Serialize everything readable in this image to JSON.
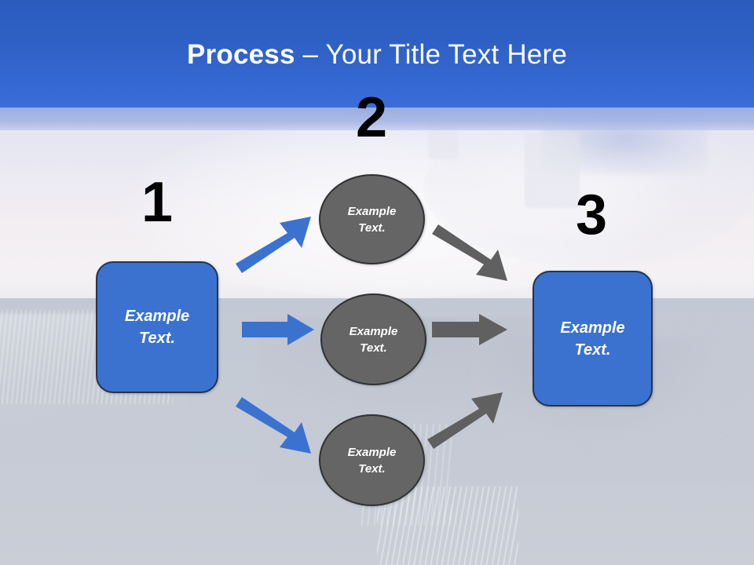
{
  "slide": {
    "title_bold": "Process",
    "title_rest": " – Your Title Text Here",
    "background_description": "faded landscape photo"
  },
  "colors": {
    "banner_blue": "#2f61c6",
    "banner_underband": "#96aae0",
    "box_blue": "#3b72d0",
    "box_border": "#26334a",
    "circle_gray": "#656565",
    "circle_border": "#2f3134",
    "arrow_blue": "#3b72d0",
    "arrow_gray": "#606060",
    "number_black": "#000000",
    "node_text_white": "#ffffff"
  },
  "steps": [
    {
      "number": "1"
    },
    {
      "number": "2"
    },
    {
      "number": "3"
    }
  ],
  "nodes": {
    "start_box": {
      "line1": "Example",
      "line2": "Text."
    },
    "circle_top": {
      "line1": "Example",
      "line2": "Text."
    },
    "circle_middle": {
      "line1": "Example",
      "line2": "Text."
    },
    "circle_bottom": {
      "line1": "Example",
      "line2": "Text."
    },
    "end_box": {
      "line1": "Example",
      "line2": "Text."
    }
  },
  "arrows": [
    {
      "name": "start-to-circle-top",
      "color": "#3b72d0",
      "direction": "up-right"
    },
    {
      "name": "start-to-circle-middle",
      "color": "#3b72d0",
      "direction": "right"
    },
    {
      "name": "start-to-circle-bottom",
      "color": "#3b72d0",
      "direction": "down-right"
    },
    {
      "name": "circle-top-to-end",
      "color": "#606060",
      "direction": "down-right"
    },
    {
      "name": "circle-middle-to-end",
      "color": "#606060",
      "direction": "right"
    },
    {
      "name": "circle-bottom-to-end",
      "color": "#606060",
      "direction": "up-right"
    }
  ]
}
